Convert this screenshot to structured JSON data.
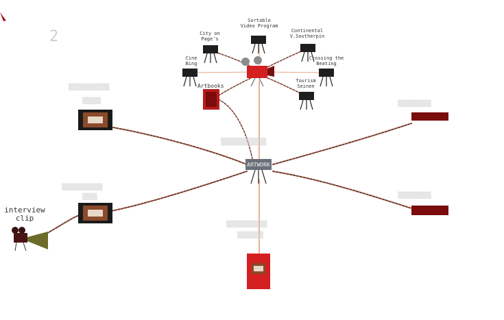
{
  "colors": {
    "wire": "#7a3b2a",
    "wire_orange": "#e07040",
    "red_device": "#d42020",
    "dark_red": "#7a0c0c",
    "hub_box": "#6a6f78",
    "film_frame": "#1a1a1a",
    "film_image": "#8b4a2a",
    "olive": "#6b6b2a"
  },
  "icons": {
    "corner": "red-arrow-icon",
    "camera": "film-camera-icon",
    "projector": "projector-icon",
    "film": "film-strip-icon",
    "hub": "tripod-hub-icon"
  },
  "labels": {
    "corner_mark": "2",
    "top_projector": "Sortable\nVideo Program",
    "city": "City on\nPage's",
    "continental": "Continental\nV.Southerpin",
    "cine": "Cine\nBing",
    "crossing": "Crossing the\nBeating",
    "artbooks": "Artbooks",
    "tourism": "Tourism\nSeinen",
    "hub_box": "ARTWORK",
    "interview": "interview\nclip"
  }
}
